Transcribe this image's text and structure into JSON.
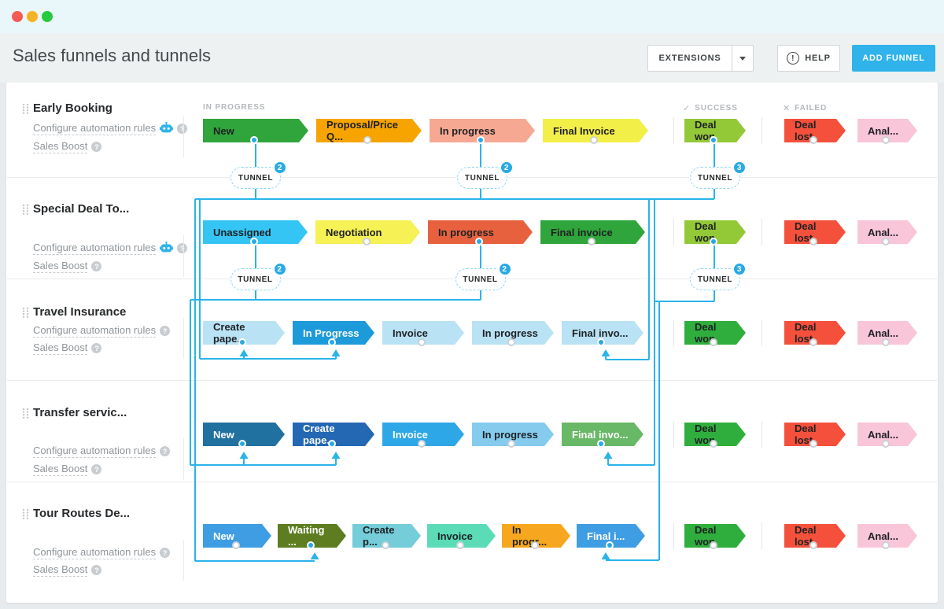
{
  "window": {
    "controls": [
      {
        "name": "close",
        "color": "#f35c54"
      },
      {
        "name": "minimize",
        "color": "#f5b222"
      },
      {
        "name": "maximize",
        "color": "#27c93f"
      }
    ]
  },
  "header": {
    "title": "Sales funnels and tunnels",
    "extensions_label": "EXTENSIONS",
    "help_label": "HELP",
    "help_icon_glyph": "!",
    "add_funnel_label": "ADD FUNNEL"
  },
  "column_headers": {
    "in_progress": "IN PROGRESS",
    "success": "SUCCESS",
    "failed": "FAILED"
  },
  "icons": {
    "check": "✓",
    "cross": "✕",
    "question": "?"
  },
  "sidebar_links": {
    "configure": "Configure automation rules",
    "sales_boost": "Sales Boost"
  },
  "tunnel_label": "TUNNEL",
  "colors": {
    "accent": "#2fb3ea",
    "connector": "#29b4ea",
    "dot_filled": "#29a8e8"
  },
  "funnels": [
    {
      "name": "Early Booking",
      "robot": true,
      "stages": [
        {
          "label": "New",
          "bg": "#2fa53b",
          "light": false,
          "dot": "filled",
          "tunnel": 2
        },
        {
          "label": "Proposal/Price Q...",
          "bg": "#f7a400",
          "light": false,
          "dot": "empty"
        },
        {
          "label": "In progress",
          "bg": "#f7a893",
          "light": false,
          "dot": "filled",
          "tunnel": 2
        },
        {
          "label": "Final Invoice",
          "bg": "#f3ef49",
          "light": false,
          "dot": "empty"
        }
      ],
      "success": {
        "label": "Deal won",
        "bg": "#93c837",
        "light": false,
        "dot": "filled",
        "tunnel": 3
      },
      "failed": [
        {
          "label": "Deal lost",
          "bg": "#f4503c",
          "light": false,
          "dot": "empty"
        },
        {
          "label": "Anal...",
          "bg": "#f9c5d9",
          "light": false,
          "dot": "empty"
        }
      ]
    },
    {
      "name": "Special Deal To...",
      "robot": true,
      "stages": [
        {
          "label": "Unassigned",
          "bg": "#35c5f4",
          "light": false,
          "dot": "filled",
          "tunnel": 2
        },
        {
          "label": "Negotiation",
          "bg": "#f6f155",
          "light": false,
          "dot": "empty"
        },
        {
          "label": "In progress",
          "bg": "#e7613e",
          "light": false,
          "dot": "filled",
          "tunnel": 2
        },
        {
          "label": "Final invoice",
          "bg": "#2fa53b",
          "light": false,
          "dot": "empty"
        }
      ],
      "success": {
        "label": "Deal won",
        "bg": "#93c837",
        "light": false,
        "dot": "filled",
        "tunnel": 3
      },
      "failed": [
        {
          "label": "Deal lost",
          "bg": "#f4503c",
          "light": false,
          "dot": "empty"
        },
        {
          "label": "Anal...",
          "bg": "#f9c5d9",
          "light": false,
          "dot": "empty"
        }
      ]
    },
    {
      "name": "Travel Insurance",
      "robot": false,
      "stages": [
        {
          "label": "Create pape...",
          "bg": "#b9e2f4",
          "light": false,
          "dot": "filled",
          "incoming": true
        },
        {
          "label": "In Progress",
          "bg": "#1d9ad9",
          "light": true,
          "dot": "filled",
          "incoming": true
        },
        {
          "label": "Invoice",
          "bg": "#b9e2f4",
          "light": false,
          "dot": "empty"
        },
        {
          "label": "In progress",
          "bg": "#b9e2f4",
          "light": false,
          "dot": "empty"
        },
        {
          "label": "Final invo...",
          "bg": "#b9e2f4",
          "light": false,
          "dot": "filled",
          "incoming": true
        }
      ],
      "success": {
        "label": "Deal won",
        "bg": "#2fae3d",
        "light": false,
        "dot": "empty"
      },
      "failed": [
        {
          "label": "Deal lost",
          "bg": "#f4503c",
          "light": false,
          "dot": "empty"
        },
        {
          "label": "Anal...",
          "bg": "#f9c5d9",
          "light": false,
          "dot": "empty"
        }
      ]
    },
    {
      "name": "Transfer servic...",
      "robot": false,
      "stages": [
        {
          "label": "New",
          "bg": "#20719f",
          "light": true,
          "dot": "filled",
          "incoming": true
        },
        {
          "label": "Create pape...",
          "bg": "#2467b3",
          "light": true,
          "dot": "filled",
          "incoming": true
        },
        {
          "label": "Invoice",
          "bg": "#2ea7e6",
          "light": true,
          "dot": "empty"
        },
        {
          "label": "In progress",
          "bg": "#84cbee",
          "light": false,
          "dot": "empty"
        },
        {
          "label": "Final invo...",
          "bg": "#68b867",
          "light": true,
          "dot": "filled",
          "incoming": true
        }
      ],
      "success": {
        "label": "Deal won",
        "bg": "#2fae3d",
        "light": false,
        "dot": "empty"
      },
      "failed": [
        {
          "label": "Deal lost",
          "bg": "#f4503c",
          "light": false,
          "dot": "empty"
        },
        {
          "label": "Anal...",
          "bg": "#f9c5d9",
          "light": false,
          "dot": "empty"
        }
      ]
    },
    {
      "name": "Tour Routes De...",
      "robot": false,
      "stages": [
        {
          "label": "New",
          "bg": "#3f9de3",
          "light": true,
          "dot": "empty"
        },
        {
          "label": "Waiting ...",
          "bg": "#5d7d20",
          "light": true,
          "dot": "filled",
          "incoming": true
        },
        {
          "label": "Create p...",
          "bg": "#74cdd9",
          "light": false,
          "dot": "empty"
        },
        {
          "label": "Invoice",
          "bg": "#5bdcb7",
          "light": false,
          "dot": "empty"
        },
        {
          "label": "In progr...",
          "bg": "#f7a71f",
          "light": false,
          "dot": "empty"
        },
        {
          "label": "Final i...",
          "bg": "#3f9de3",
          "light": true,
          "dot": "filled",
          "incoming": true
        }
      ],
      "success": {
        "label": "Deal won",
        "bg": "#2fae3d",
        "light": false,
        "dot": "empty"
      },
      "failed": [
        {
          "label": "Deal lost",
          "bg": "#f4503c",
          "light": false,
          "dot": "empty"
        },
        {
          "label": "Anal...",
          "bg": "#f9c5d9",
          "light": false,
          "dot": "empty"
        }
      ]
    }
  ]
}
